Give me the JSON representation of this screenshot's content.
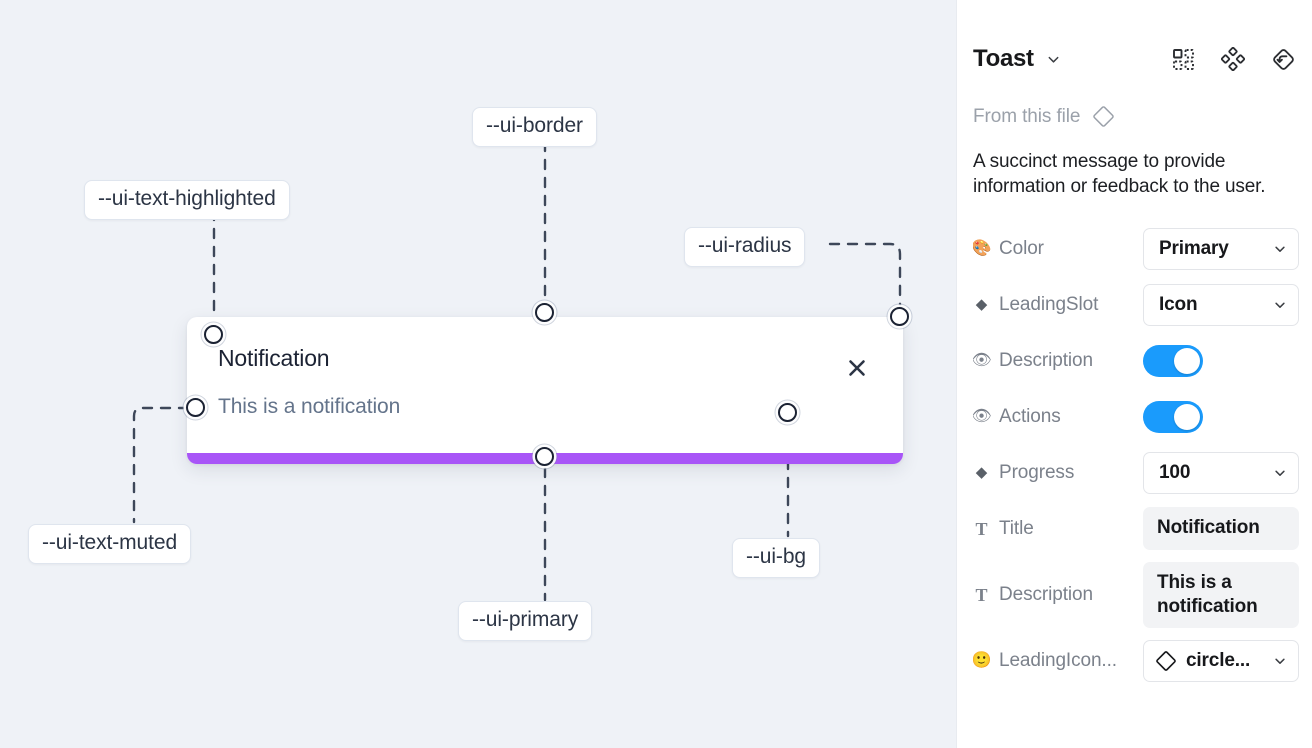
{
  "canvas": {
    "background_color": "#eff2f7",
    "toast": {
      "title": "Notification",
      "description": "This is a notification",
      "close_icon": "close-x-icon",
      "progress_color": "#a855f7",
      "background_color": "#ffffff",
      "title_color": "#1b2233",
      "description_color": "#64748b"
    },
    "annotations": [
      {
        "label": "--ui-border",
        "name": "ui-border"
      },
      {
        "label": "--ui-text-highlighted",
        "name": "ui-text-highlighted"
      },
      {
        "label": "--ui-radius",
        "name": "ui-radius"
      },
      {
        "label": "--ui-text-muted",
        "name": "ui-text-muted"
      },
      {
        "label": "--ui-bg",
        "name": "ui-bg"
      },
      {
        "label": "--ui-primary",
        "name": "ui-primary"
      }
    ]
  },
  "panel": {
    "title": "Toast",
    "title_chevron_icon": "chevron-down-icon",
    "header_icons": [
      {
        "name": "component-grid-icon"
      },
      {
        "name": "variants-diamond-dots-icon"
      },
      {
        "name": "reset-instance-icon"
      }
    ],
    "from_this_file": {
      "label": "From this file",
      "icon": "diamond-outline-icon"
    },
    "description": "A succinct message to provide information or feedback to the user.",
    "properties": [
      {
        "label": "Color",
        "icon": "palette-emoji-icon",
        "icon_glyph": "🎨",
        "control": "select",
        "value": "Primary",
        "chevron_icon": "chevron-down-icon"
      },
      {
        "label": "LeadingSlot",
        "icon": "diamond-filled-icon",
        "icon_glyph": "◆",
        "control": "select",
        "value": "Icon",
        "chevron_icon": "chevron-down-icon"
      },
      {
        "label": "Description",
        "icon": "eye-emoji-icon",
        "icon_glyph": "👁",
        "control": "toggle",
        "value": "on",
        "accent_color": "#1a9bfc"
      },
      {
        "label": "Actions",
        "icon": "eye-emoji-icon",
        "icon_glyph": "👁",
        "control": "toggle",
        "value": "on",
        "accent_color": "#1a9bfc"
      },
      {
        "label": "Progress",
        "icon": "diamond-filled-icon",
        "icon_glyph": "◆",
        "control": "select",
        "value": "100",
        "chevron_icon": "chevron-down-icon"
      },
      {
        "label": "Title",
        "icon": "text-type-icon",
        "icon_glyph": "T",
        "control": "text",
        "value": "Notification"
      },
      {
        "label": "Description",
        "icon": "text-type-icon",
        "icon_glyph": "T",
        "control": "text",
        "value": "This is a notification"
      },
      {
        "label": "LeadingIcon...",
        "icon": "smiley-emoji-icon",
        "icon_glyph": "🙂",
        "control": "select-icon",
        "value": "circle...",
        "leading_icon": "diamond-outline-icon",
        "chevron_icon": "chevron-down-icon"
      }
    ]
  }
}
